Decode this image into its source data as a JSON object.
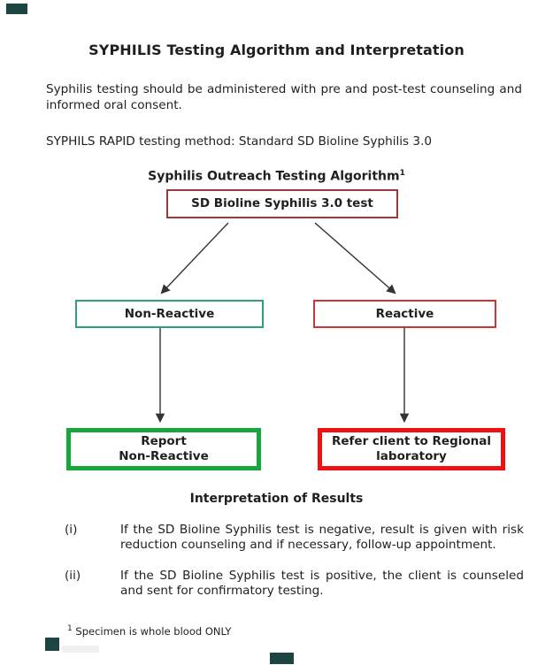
{
  "page": {
    "title": "SYPHILIS Testing Algorithm and Interpretation",
    "intro": "Syphilis testing should be administered with pre and post-test counseling and informed oral consent.",
    "method_line": "SYPHILS RAPID testing method: Standard SD Bioline Syphilis 3.0"
  },
  "flowchart": {
    "heading": "Syphilis Outreach Testing Algorithm",
    "heading_superscript": "1",
    "nodes": {
      "root": {
        "label": "SD Bioline Syphilis 3.0 test"
      },
      "non_reactive": {
        "label": "Non-Reactive"
      },
      "reactive": {
        "label": "Reactive"
      },
      "report": {
        "line1": "Report",
        "line2": "Non-Reactive"
      },
      "refer": {
        "line1": "Refer client to Regional",
        "line2": "laboratory"
      }
    }
  },
  "interpretation": {
    "heading": "Interpretation of Results",
    "items": [
      {
        "marker": "(i)",
        "text": "If the SD Bioline Syphilis test is negative, result is given with risk reduction counseling and if necessary, follow-up appointment."
      },
      {
        "marker": "(ii)",
        "text": "If the SD Bioline Syphilis test is positive, the client is counseled and sent for confirmatory testing."
      }
    ]
  },
  "footnote": {
    "superscript": "1",
    "text": "Specimen is whole blood ONLY"
  },
  "colors": {
    "text": "#1f1f1f",
    "root_border": "#9b3a3a",
    "non_reactive_border": "#2aa17c",
    "reactive_border": "#cc3333",
    "report_border": "#15a63c",
    "refer_border": "#ee1111",
    "arrow": "#333333",
    "scan_mark": "#1c4440"
  }
}
